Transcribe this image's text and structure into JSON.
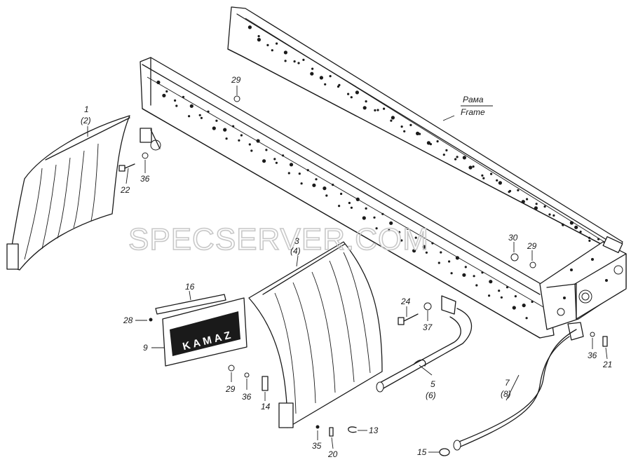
{
  "watermark": "SPECSERVER.COM",
  "frame_label": {
    "ru": "Рама",
    "en": "Frame"
  },
  "mudflap_brand": "KAMAZ",
  "callouts": {
    "c1": "1",
    "c2": "(2)",
    "c3": "3",
    "c4": "(4)",
    "c5": "5",
    "c6": "(6)",
    "c7": "7",
    "c8": "(8)",
    "c9": "9",
    "c13": "13",
    "c14": "14",
    "c15": "15",
    "c16": "16",
    "c20": "20",
    "c21": "21",
    "c22": "22",
    "c24": "24",
    "c28": "28",
    "c29a": "29",
    "c29b": "29",
    "c29c": "29",
    "c30": "30",
    "c35": "35",
    "c36a": "36",
    "c36b": "36",
    "c36c": "36",
    "c37": "37"
  }
}
